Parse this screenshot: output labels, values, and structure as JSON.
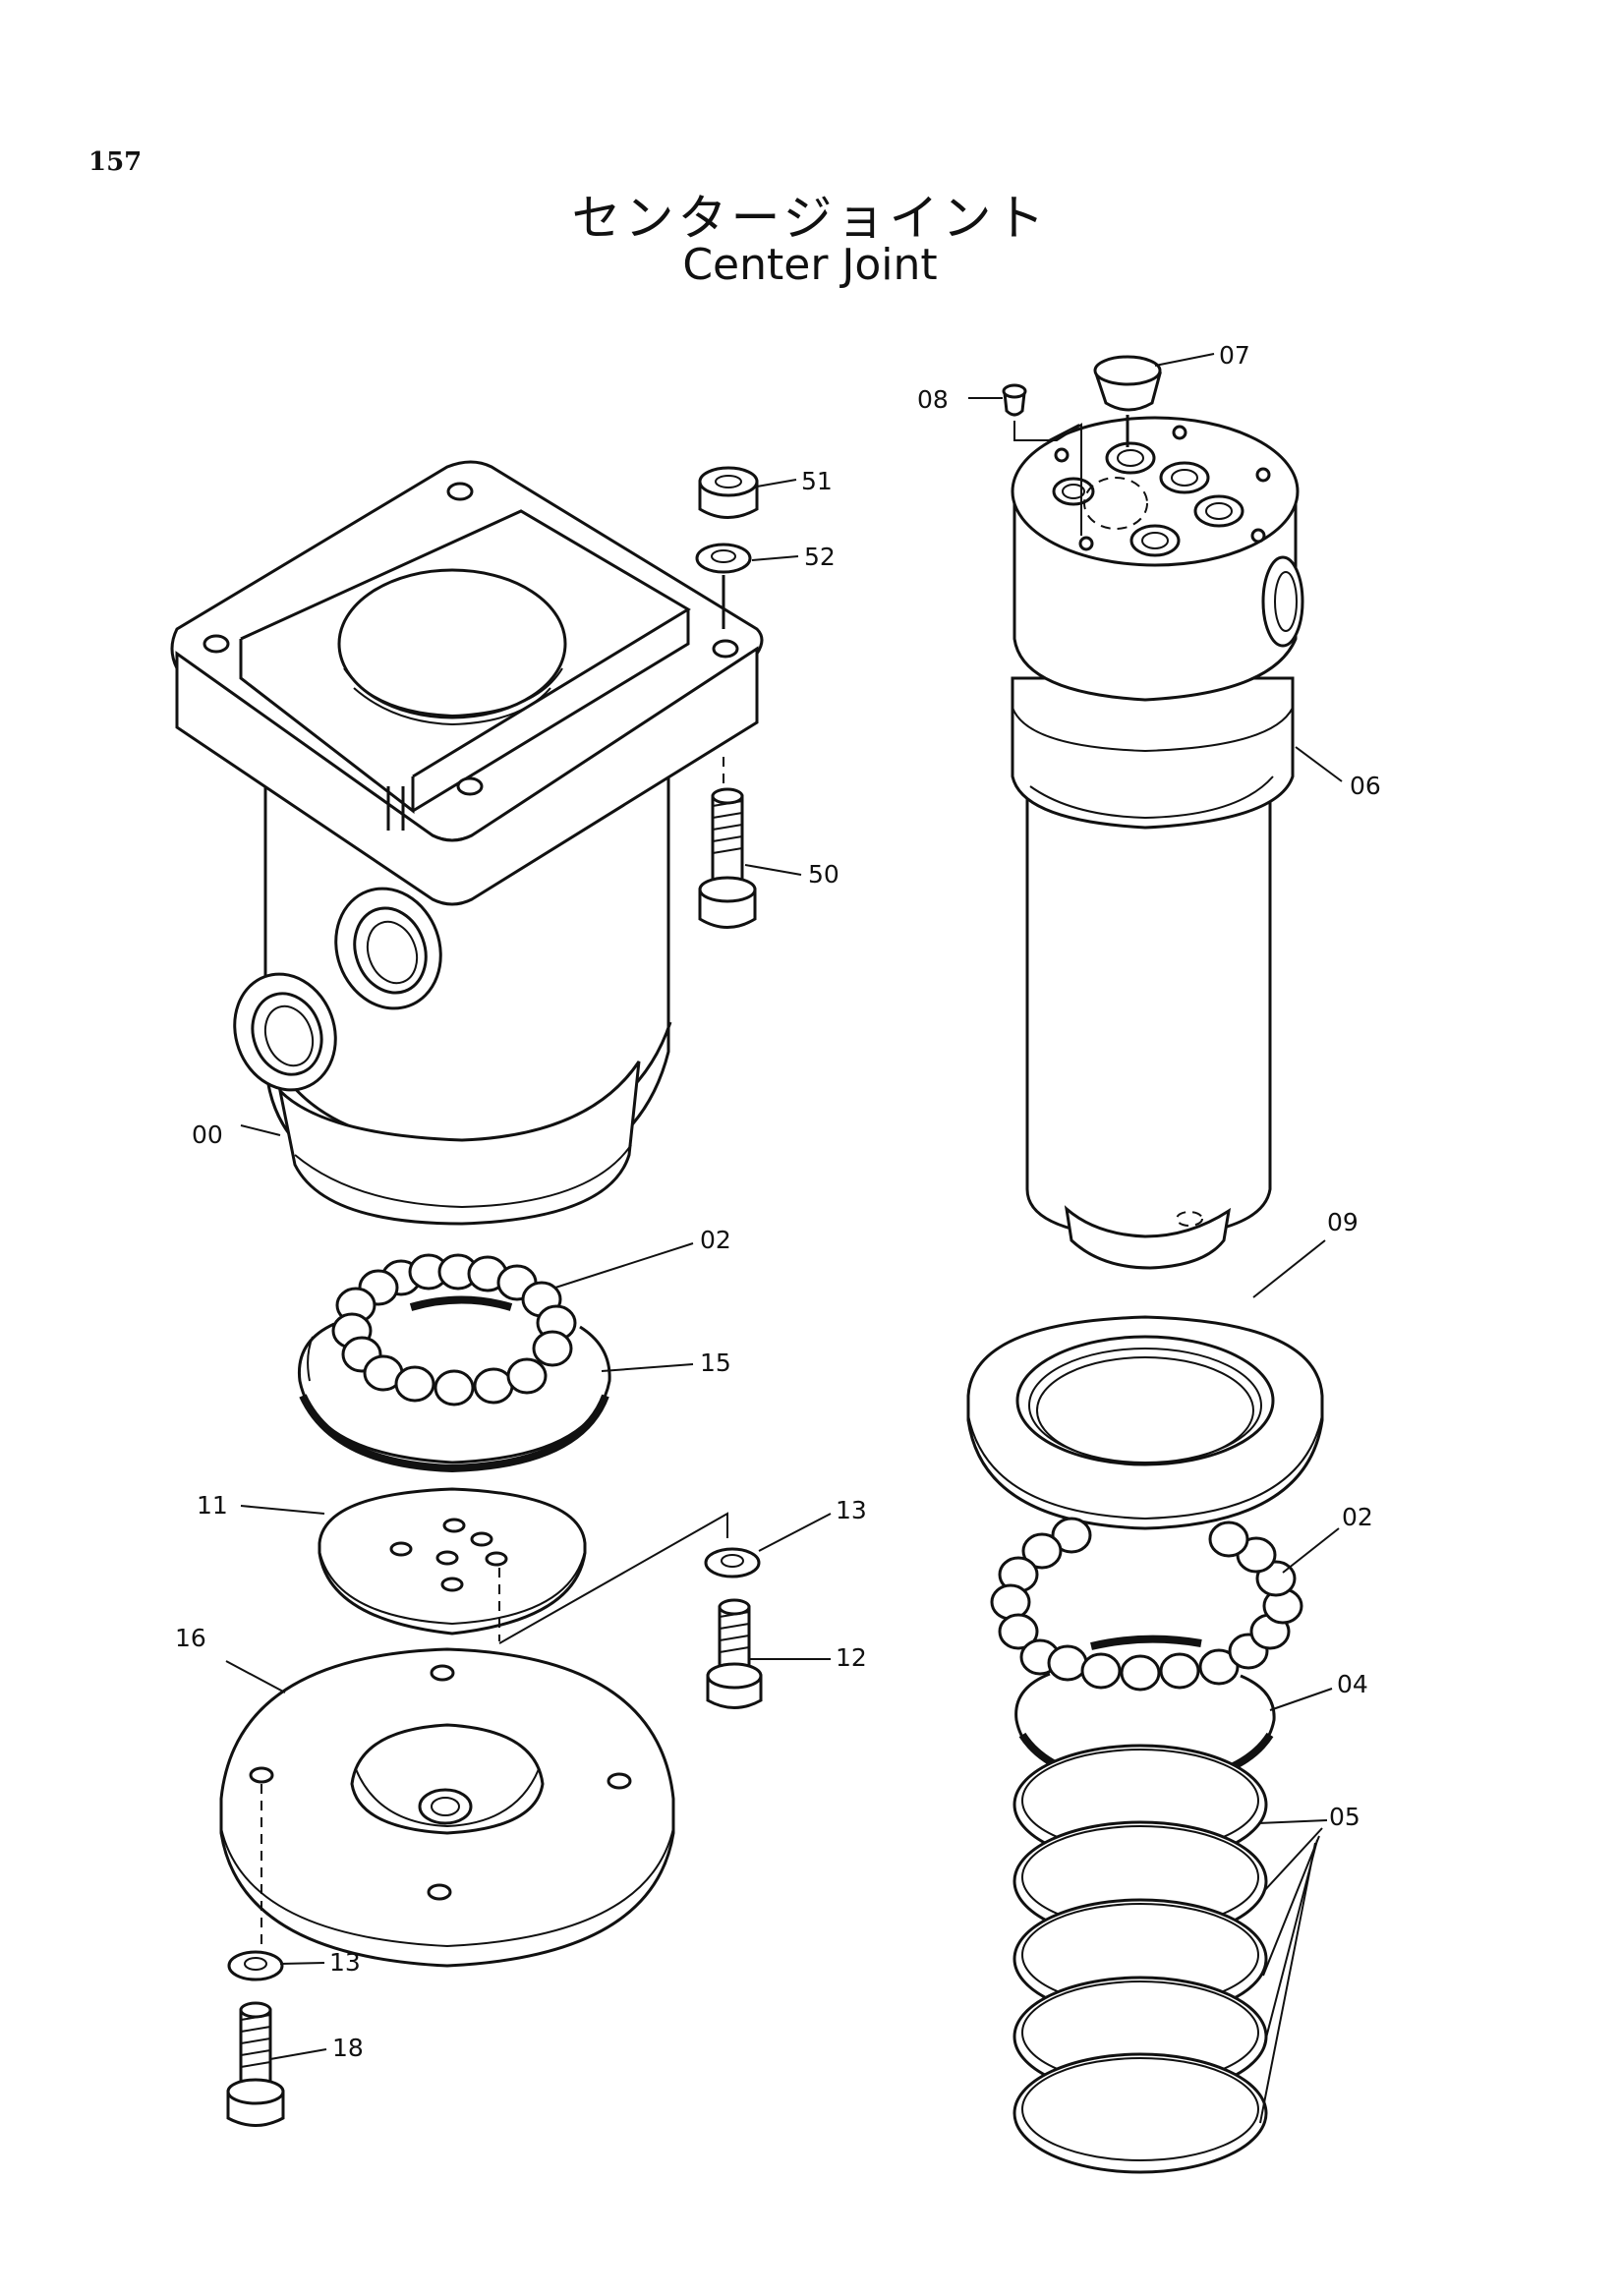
{
  "page": {
    "number": "157",
    "title_ja": "センタージョイント",
    "title_en": "Center Joint"
  },
  "labels": {
    "l00": "00",
    "l02a": "02",
    "l02b": "02",
    "l04": "04",
    "l05": "05",
    "l06": "06",
    "l07": "07",
    "l08": "08",
    "l09": "09",
    "l11": "11",
    "l12": "12",
    "l13a": "13",
    "l13b": "13",
    "l15": "15",
    "l16": "16",
    "l18": "18",
    "l50": "50",
    "l51": "51",
    "l52": "52"
  }
}
